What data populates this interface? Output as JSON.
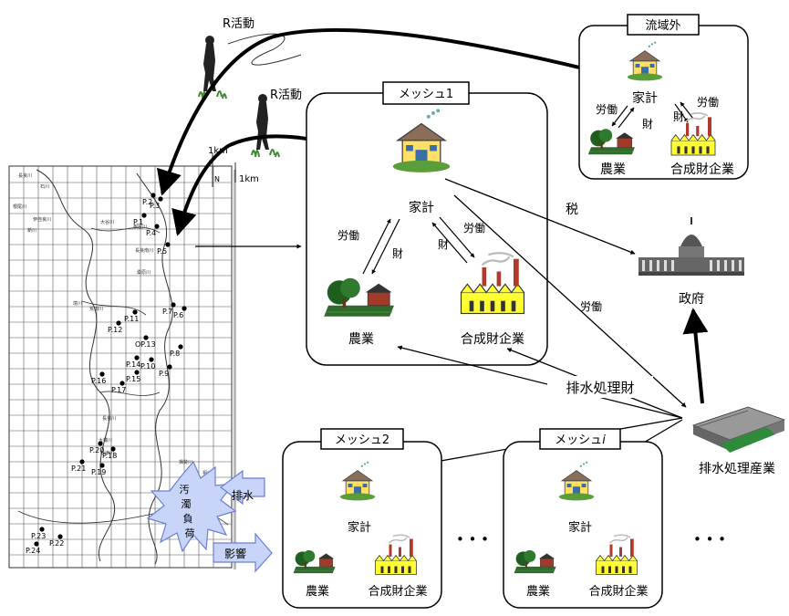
{
  "r_activity": [
    "R活動",
    "R活動"
  ],
  "outside": {
    "title": "流域外",
    "household": "家計",
    "labor_left": "労働",
    "labor_right": "労働",
    "goods": "財",
    "agriculture": "農業",
    "firm": "合成財企業"
  },
  "mesh1": {
    "title": "メッシュ1",
    "household": "家計",
    "labor": "労働",
    "goods_left": "財",
    "goods_right": "財",
    "labor_right": "労働",
    "agriculture": "農業",
    "firm": "合成財企業"
  },
  "mesh2": {
    "title": "メッシュ2",
    "household": "家計",
    "agriculture": "農業",
    "firm": "合成財企業"
  },
  "meshi": {
    "title_prefix": "メッシュ",
    "title_suffix": "i",
    "household": "家計",
    "agriculture": "農業",
    "firm": "合成財企業"
  },
  "ellipsis": "• • •",
  "tax": "税",
  "government": "政府",
  "labor_to_industry": "労働",
  "treatment_goods": "排水処理財",
  "treatment_industry": "排水処理産業",
  "callouts": {
    "discharge": "排水",
    "impact": "影響",
    "pollution": [
      "汚",
      "濁",
      "負",
      "荷"
    ]
  },
  "map": {
    "scale_labels": [
      "1km",
      "1km"
    ],
    "north": "N",
    "points": [
      "P.2",
      "P.3",
      "P.1",
      "P.4",
      "P.5",
      "P.6",
      "P.7",
      "P.11",
      "P.12",
      "OP.13",
      "P.8",
      "P.14",
      "P.10",
      "P.9",
      "P.15",
      "P.16",
      "P.17",
      "P.20",
      "P.18",
      "P.21",
      "P.19",
      "P.23",
      "P.24",
      "P.22"
    ],
    "rivers": [
      "長良川",
      "石川",
      "根尾川",
      "伊自良川",
      "新川",
      "大谷川",
      "板屋川",
      "長良南川",
      "桑原川",
      "境川",
      "荒田川",
      "長良川",
      "大榑川",
      "石津川",
      "揖斐川",
      "相川"
    ]
  },
  "colors": {
    "callout": "#c8d4f8",
    "callout_dark": "#6b7fd7",
    "firm_yellow": "#ffff33",
    "green": "#2f7a2f"
  }
}
